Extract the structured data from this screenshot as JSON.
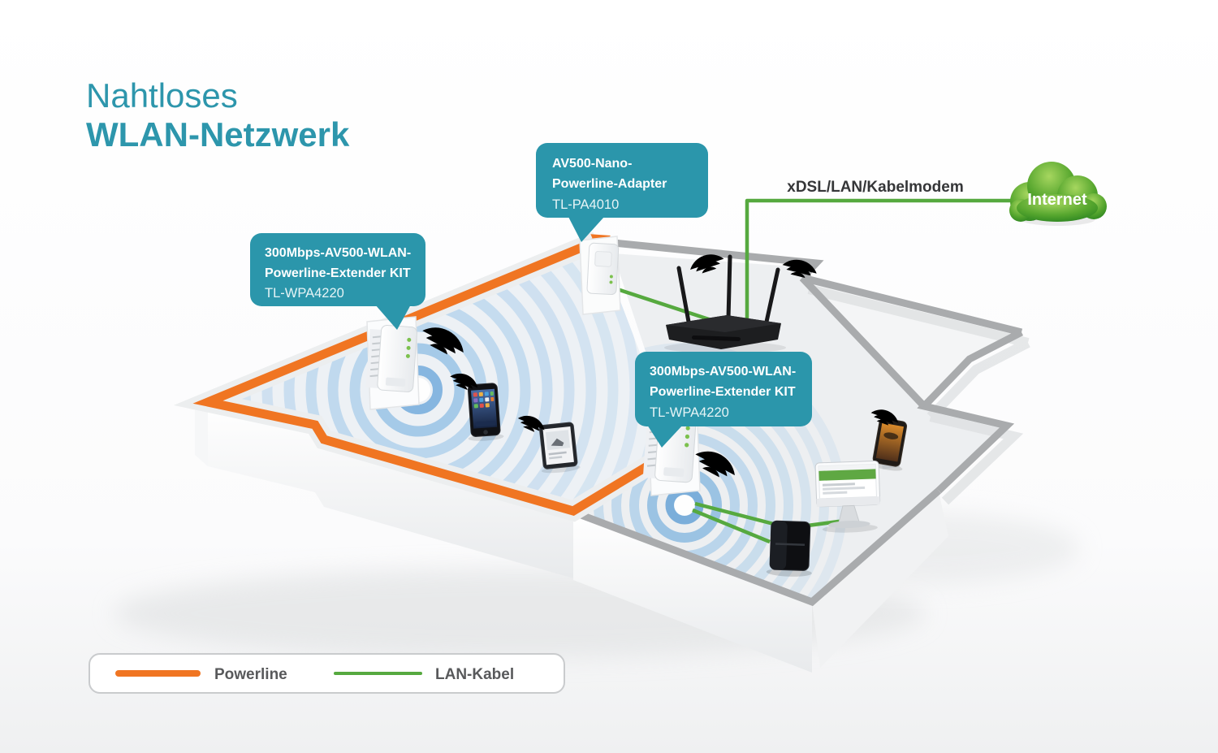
{
  "title": {
    "line1": "Nahtloses",
    "line2": "WLAN-Netzwerk"
  },
  "callouts": {
    "adapter": {
      "bold_line1": "AV500-Nano-",
      "bold_line2": "Powerline-Adapter",
      "model": "TL-PA4010"
    },
    "extender_left": {
      "bold_line1": "300Mbps-AV500-WLAN-",
      "bold_line2": "Powerline-Extender KIT",
      "model": "TL-WPA4220"
    },
    "extender_right": {
      "bold_line1": "300Mbps-AV500-WLAN-",
      "bold_line2": "Powerline-Extender KIT",
      "model": "TL-WPA4220"
    }
  },
  "internet": {
    "cloud_label": "Internet",
    "connection_label": "xDSL/LAN/Kabelmodem"
  },
  "legend": {
    "powerline_label": "Powerline",
    "lan_label": "LAN-Kabel"
  },
  "colors": {
    "callout_teal": "#2B96AB",
    "title_teal": "#2D96AC",
    "powerline_orange": "#F07522",
    "lan_green": "#56A93F",
    "wifi_blue": "#1E7AC4",
    "wall_gray": "#A9ABAD",
    "cloud_green": "#3F9A28"
  },
  "devices": [
    "internet-cloud",
    "nano-powerline-adapter",
    "wifi-router",
    "wlan-extender-left",
    "wlan-extender-right",
    "smartphone-left",
    "tablet",
    "smartphone-right",
    "desktop-computer",
    "game-console"
  ]
}
